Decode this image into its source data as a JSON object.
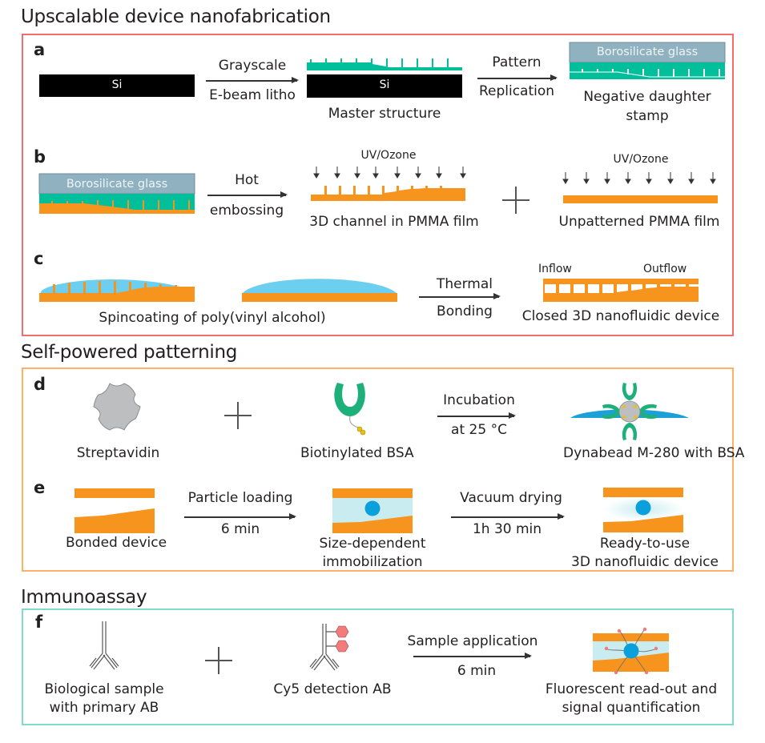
{
  "colors": {
    "panel_fabrication_border": "#f26d6d",
    "panel_patterning_border": "#fbb267",
    "panel_immunoassay_border": "#7fdcc8",
    "pmma_orange": "#f7941d",
    "stamp_teal": "#00bf9a",
    "glass_blue_grey": "#8fb1c0",
    "pva_light_blue": "#6dcff0",
    "bead_blue": "#0aa0dc",
    "channel_fluid": "#c9ecf1",
    "protein_green": "#1db07a",
    "streptavidin_grey": "#bcbec0",
    "dye_red": "#f37b7b",
    "silicon_black": "#000000"
  },
  "sections": [
    {
      "title": "Upscalable device nanofabrication",
      "panels": [
        {
          "label": "a",
          "items": [
            {
              "type": "silicon_wafer",
              "inner_label": "Si"
            },
            {
              "type": "arrow",
              "above": "Grayscale",
              "below": "E-beam litho"
            },
            {
              "type": "master_structure",
              "inner_label": "Si",
              "caption": "Master structure"
            },
            {
              "type": "arrow",
              "above": "Pattern",
              "below": "Replication"
            },
            {
              "type": "daughter_stamp",
              "inner_label": "Borosilicate glass",
              "caption_line1": "Negative daughter",
              "caption_line2": "stamp"
            }
          ]
        },
        {
          "label": "b",
          "items": [
            {
              "type": "stamp_on_pmma",
              "inner_label": "Borosilicate glass"
            },
            {
              "type": "arrow",
              "above": "Hot",
              "below": "embossing"
            },
            {
              "type": "patterned_pmma",
              "top_label": "UV/Ozone",
              "caption": "3D channel in PMMA film"
            },
            {
              "type": "plus"
            },
            {
              "type": "unpatterned_pmma",
              "top_label": "UV/Ozone",
              "caption": "Unpatterned PMMA film"
            }
          ]
        },
        {
          "label": "c",
          "items": [
            {
              "type": "pva_coated_patterned"
            },
            {
              "type": "pva_coated_flat"
            },
            {
              "type": "caption",
              "text": "Spincoating of poly(vinyl alcohol)"
            },
            {
              "type": "arrow",
              "above": "Thermal",
              "below": "Bonding"
            },
            {
              "type": "closed_device",
              "left_label": "Inflow",
              "right_label": "Outflow",
              "caption": "Closed 3D nanofluidic device"
            }
          ]
        }
      ]
    },
    {
      "title": "Self-powered patterning",
      "panels": [
        {
          "label": "d",
          "items": [
            {
              "type": "streptavidin",
              "caption": "Streptavidin"
            },
            {
              "type": "plus"
            },
            {
              "type": "biotinylated_bsa",
              "caption": "Biotinylated  BSA"
            },
            {
              "type": "arrow",
              "above": "Incubation",
              "below": "at 25 °C"
            },
            {
              "type": "dynabead",
              "caption": "Dynabead M-280 with  BSA"
            }
          ]
        },
        {
          "label": "e",
          "items": [
            {
              "type": "bonded_device",
              "caption": "Bonded device"
            },
            {
              "type": "arrow",
              "above": "Particle loading",
              "below": "6 min"
            },
            {
              "type": "device_with_bead",
              "caption_line1": "Size-dependent",
              "caption_line2": "immobilization"
            },
            {
              "type": "arrow",
              "above": "Vacuum drying",
              "below": "1h 30 min"
            },
            {
              "type": "dried_device",
              "caption_line1": "Ready-to-use",
              "caption_line2": "3D nanofluidic device"
            }
          ]
        }
      ]
    },
    {
      "title": "Immunoassay",
      "panels": [
        {
          "label": "f",
          "items": [
            {
              "type": "primary_antibody",
              "caption_line1": "Biological sample",
              "caption_line2": "with primary AB"
            },
            {
              "type": "plus"
            },
            {
              "type": "detection_antibody",
              "caption": "Cy5 detection AB"
            },
            {
              "type": "arrow",
              "above": "Sample application",
              "below": "6 min"
            },
            {
              "type": "readout_device",
              "caption_line1": "Fluorescent read-out and",
              "caption_line2": "signal quantification"
            }
          ]
        }
      ]
    }
  ]
}
